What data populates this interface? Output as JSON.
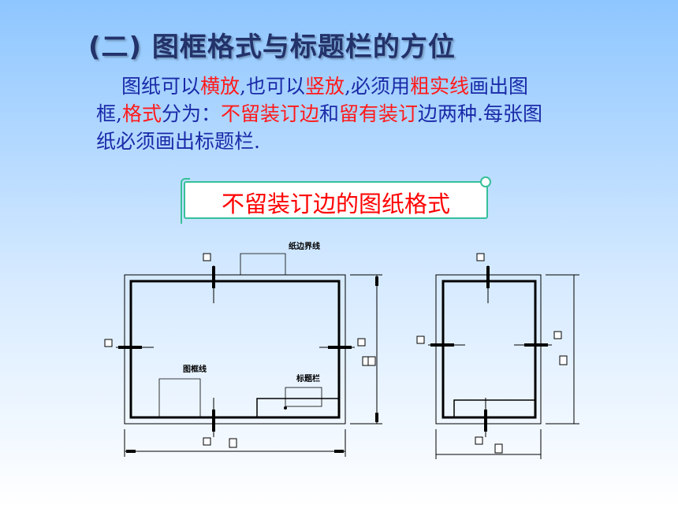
{
  "title": "(二) 图框格式与标题栏的方位",
  "paragraph": {
    "segments": [
      {
        "text": "图纸可以",
        "color": "normal"
      },
      {
        "text": "横放",
        "color": "red"
      },
      {
        "text": ",也可以",
        "color": "normal"
      },
      {
        "text": "竖放",
        "color": "red"
      },
      {
        "text": ",必须用",
        "color": "normal"
      },
      {
        "text": "粗实线",
        "color": "red"
      },
      {
        "text": "画出图",
        "color": "normal"
      },
      {
        "text": "框,",
        "color": "normal"
      },
      {
        "text": "格式",
        "color": "red"
      },
      {
        "text": "分为：",
        "color": "normal"
      },
      {
        "text": "不留装订边",
        "color": "red"
      },
      {
        "text": "和",
        "color": "normal"
      },
      {
        "text": "留有装订",
        "color": "red"
      },
      {
        "text": "边两种.每张图",
        "color": "normal"
      },
      {
        "text": "纸必须画出标题栏.",
        "color": "normal"
      }
    ]
  },
  "banner": "不留装订边的图纸格式",
  "diagram": {
    "label_edge_line": "纸边界线",
    "label_frame_line": "图框线",
    "label_title_block": "标题栏"
  },
  "colors": {
    "title": "#23326a",
    "text": "#1a2aa8",
    "highlight": "#ff1a1a",
    "banner_border": "#36c09a"
  }
}
